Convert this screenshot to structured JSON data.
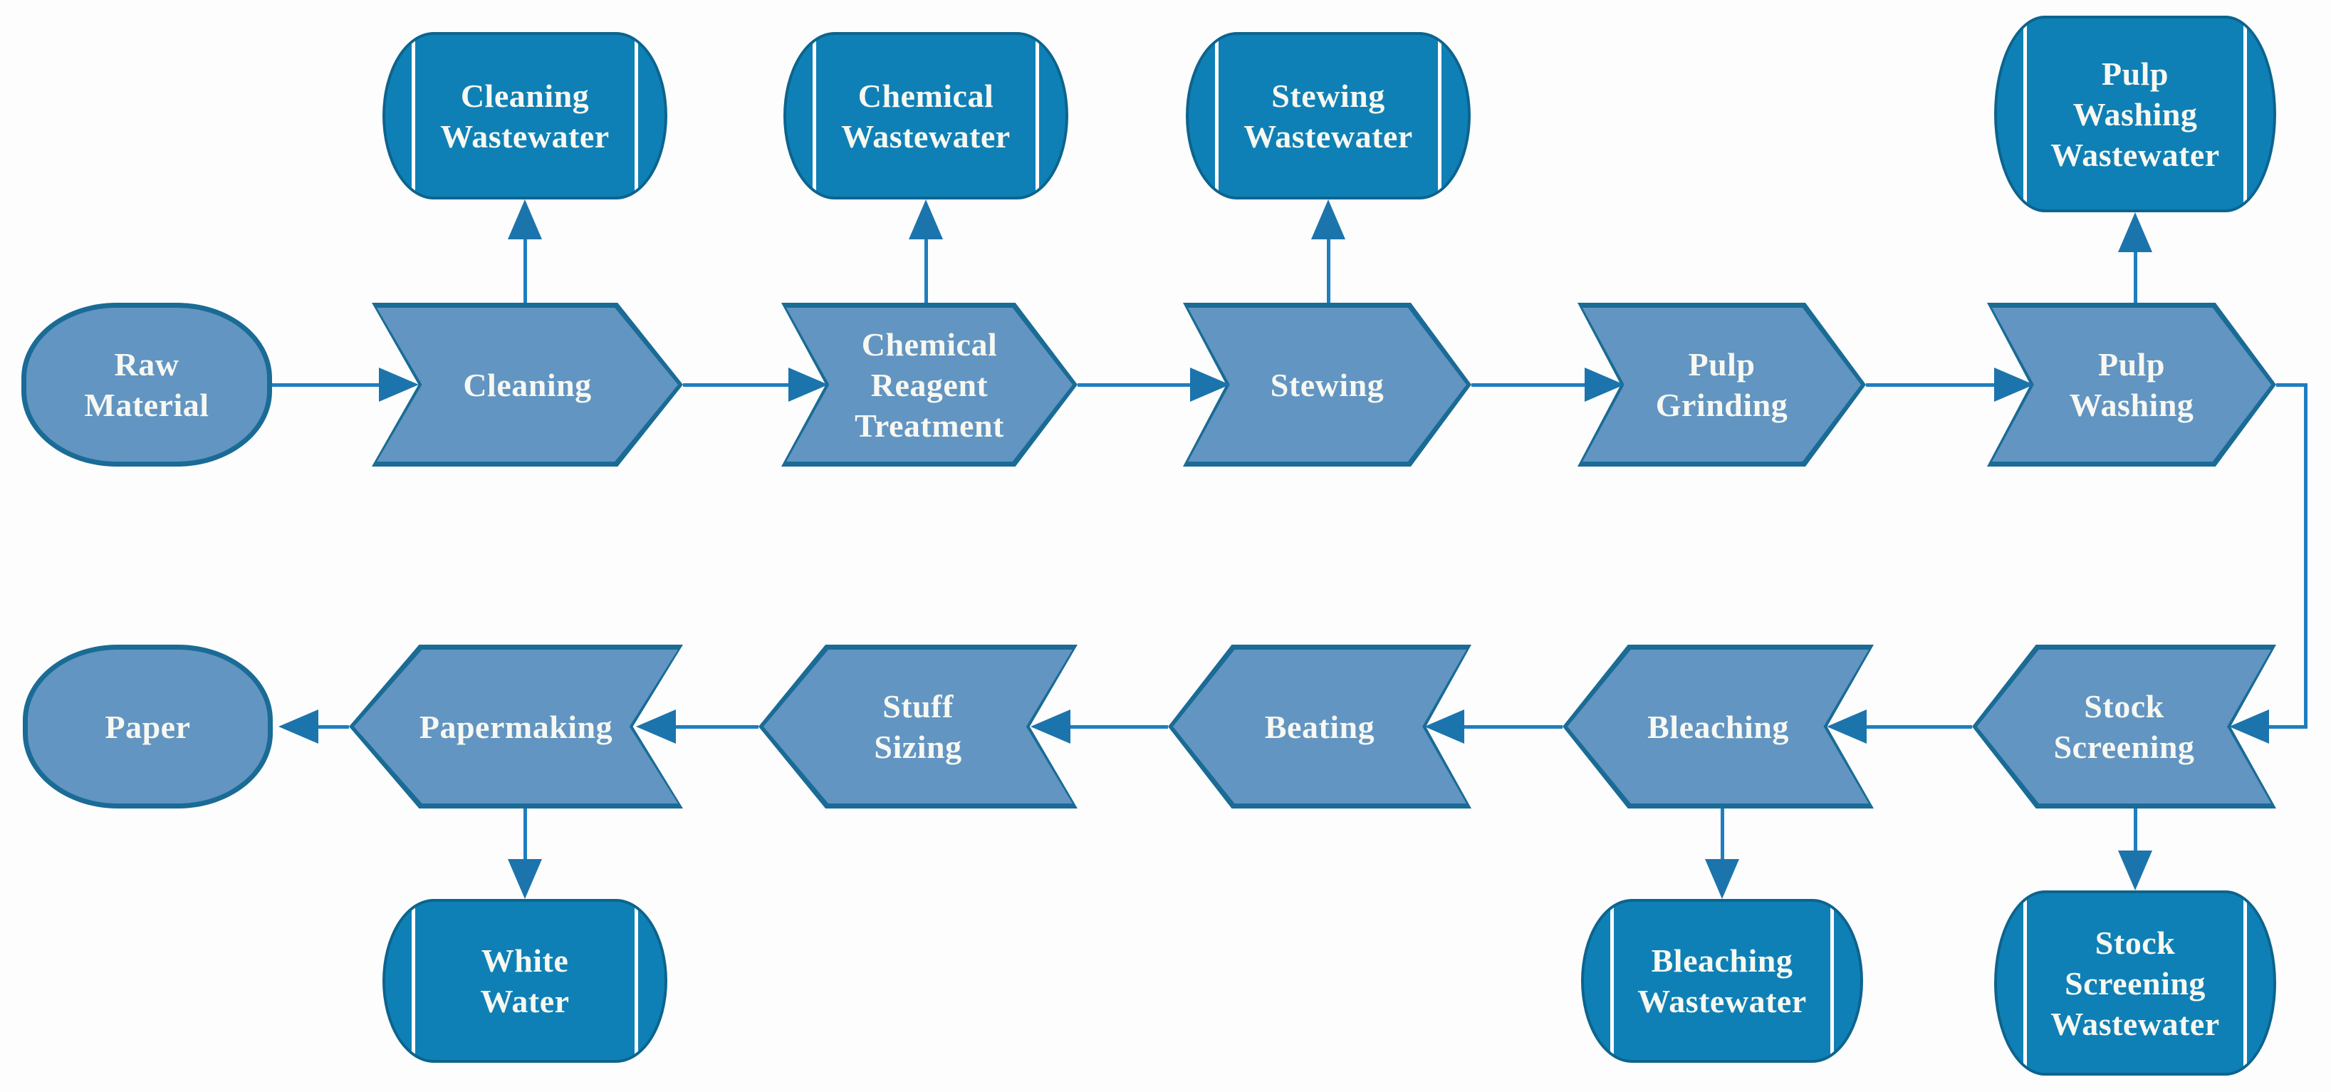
{
  "flowchart": {
    "nodes": [
      {
        "id": "raw-material",
        "shape": "terminator",
        "label": "Raw Material",
        "lines": [
          "Raw",
          "Material"
        ]
      },
      {
        "id": "cleaning",
        "shape": "chevron-right",
        "label": "Cleaning",
        "lines": [
          "Cleaning"
        ]
      },
      {
        "id": "chemical-reagent-treatment",
        "shape": "chevron-right",
        "label": "Chemical Reagent Treatment",
        "lines": [
          "Chemical",
          "Reagent",
          "Treatment"
        ]
      },
      {
        "id": "stewing",
        "shape": "chevron-right",
        "label": "Stewing",
        "lines": [
          "Stewing"
        ]
      },
      {
        "id": "pulp-grinding",
        "shape": "chevron-right",
        "label": "Pulp Grinding",
        "lines": [
          "Pulp",
          "Grinding"
        ]
      },
      {
        "id": "pulp-washing",
        "shape": "chevron-right",
        "label": "Pulp Washing",
        "lines": [
          "Pulp",
          "Washing"
        ]
      },
      {
        "id": "stock-screening",
        "shape": "chevron-left",
        "label": "Stock Screening",
        "lines": [
          "Stock",
          "Screening"
        ]
      },
      {
        "id": "bleaching",
        "shape": "chevron-left",
        "label": "Bleaching",
        "lines": [
          "Bleaching"
        ]
      },
      {
        "id": "beating",
        "shape": "chevron-left",
        "label": "Beating",
        "lines": [
          "Beating"
        ]
      },
      {
        "id": "stuff-sizing",
        "shape": "chevron-left",
        "label": "Stuff Sizing",
        "lines": [
          "Stuff",
          "Sizing"
        ]
      },
      {
        "id": "papermaking",
        "shape": "chevron-left",
        "label": "Papermaking",
        "lines": [
          "Papermaking"
        ]
      },
      {
        "id": "paper",
        "shape": "terminator",
        "label": "Paper",
        "lines": [
          "Paper"
        ]
      },
      {
        "id": "cleaning-wastewater",
        "shape": "storage",
        "label": "Cleaning Wastewater",
        "lines": [
          "Cleaning",
          "Wastewater"
        ]
      },
      {
        "id": "chemical-wastewater",
        "shape": "storage",
        "label": "Chemical Wastewater",
        "lines": [
          "Chemical",
          "Wastewater"
        ]
      },
      {
        "id": "stewing-wastewater",
        "shape": "storage",
        "label": "Stewing Wastewater",
        "lines": [
          "Stewing",
          "Wastewater"
        ]
      },
      {
        "id": "pulp-washing-wastewater",
        "shape": "storage",
        "label": "Pulp Washing Wastewater",
        "lines": [
          "Pulp",
          "Washing",
          "Wastewater"
        ]
      },
      {
        "id": "bleaching-wastewater",
        "shape": "storage",
        "label": "Bleaching Wastewater",
        "lines": [
          "Bleaching",
          "Wastewater"
        ]
      },
      {
        "id": "stock-screening-wastewater",
        "shape": "storage",
        "label": "Stock Screening Wastewater",
        "lines": [
          "Stock",
          "Screening",
          "Wastewater"
        ]
      },
      {
        "id": "white-water",
        "shape": "storage",
        "label": "White Water",
        "lines": [
          "White",
          "Water"
        ]
      }
    ],
    "flows": [
      {
        "from": "raw-material",
        "to": "cleaning"
      },
      {
        "from": "cleaning",
        "to": "chemical-reagent-treatment"
      },
      {
        "from": "chemical-reagent-treatment",
        "to": "stewing"
      },
      {
        "from": "stewing",
        "to": "pulp-grinding"
      },
      {
        "from": "pulp-grinding",
        "to": "pulp-washing"
      },
      {
        "from": "pulp-washing",
        "to": "stock-screening"
      },
      {
        "from": "stock-screening",
        "to": "bleaching"
      },
      {
        "from": "bleaching",
        "to": "beating"
      },
      {
        "from": "beating",
        "to": "stuff-sizing"
      },
      {
        "from": "stuff-sizing",
        "to": "papermaking"
      },
      {
        "from": "papermaking",
        "to": "paper"
      },
      {
        "from": "cleaning",
        "to": "cleaning-wastewater"
      },
      {
        "from": "chemical-reagent-treatment",
        "to": "chemical-wastewater"
      },
      {
        "from": "stewing",
        "to": "stewing-wastewater"
      },
      {
        "from": "pulp-washing",
        "to": "pulp-washing-wastewater"
      },
      {
        "from": "bleaching",
        "to": "bleaching-wastewater"
      },
      {
        "from": "stock-screening",
        "to": "stock-screening-wastewater"
      },
      {
        "from": "papermaking",
        "to": "white-water"
      }
    ],
    "colors": {
      "process-fill": "#6295C1",
      "process-border": "#1A6B96",
      "terminator-fill": "#6295C1",
      "storage-fill": "#0F80B5",
      "storage-border": "#0C648E",
      "storage-divider": "#FFFFFF",
      "connector": "#1F7EC0",
      "arrowhead": "#1C74AC",
      "label-text": "#F7F8F2",
      "background": "#FCFDFC"
    }
  }
}
